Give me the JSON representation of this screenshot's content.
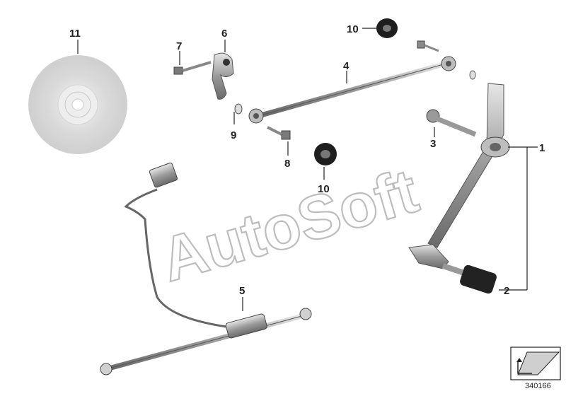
{
  "parts": [
    {
      "id": "part-1",
      "label": "1"
    },
    {
      "id": "part-2",
      "label": "2"
    },
    {
      "id": "part-3",
      "label": "3"
    },
    {
      "id": "part-4",
      "label": "4"
    },
    {
      "id": "part-5",
      "label": "5"
    },
    {
      "id": "part-6",
      "label": "6"
    },
    {
      "id": "part-7",
      "label": "7"
    },
    {
      "id": "part-8",
      "label": "8"
    },
    {
      "id": "part-9",
      "label": "9"
    },
    {
      "id": "part-10a",
      "label": "10"
    },
    {
      "id": "part-10b",
      "label": "10"
    },
    {
      "id": "part-11",
      "label": "11"
    }
  ],
  "watermark": "AutoSoft",
  "diagram_ref": "340166",
  "icons": [
    "cd-disc-icon",
    "arrow-symbol-icon"
  ]
}
